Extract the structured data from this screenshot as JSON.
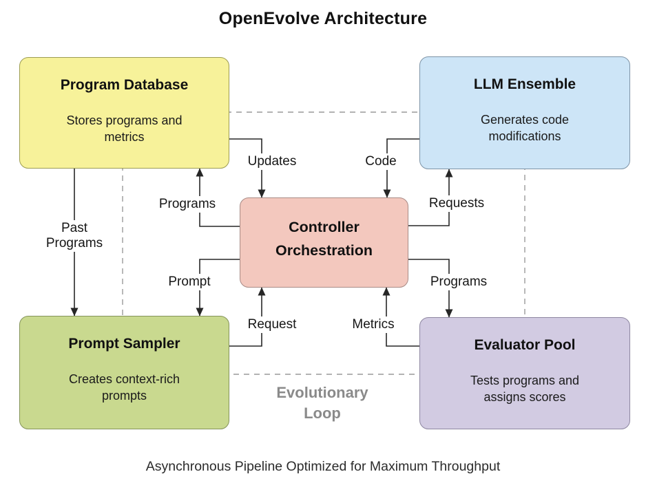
{
  "title": "OpenEvolve Architecture",
  "caption": "Asynchronous Pipeline Optimized for Maximum Throughput",
  "loop": {
    "label_line1": "Evolutionary",
    "label_line2": "Loop"
  },
  "colors": {
    "background": "#ffffff",
    "line": "#262626",
    "dashed_loop": "#999999",
    "loop_text": "#8a8a8a",
    "node_border": "#7f7f7f",
    "title_text": "#111111"
  },
  "boxes": {
    "program_database": {
      "title": "Program Database",
      "subtitle": "Stores programs and metrics",
      "fill": "#f7f29a",
      "border": "#9c9c52"
    },
    "llm_ensemble": {
      "title": "LLM Ensemble",
      "subtitle": "Generates code modifications",
      "fill": "#cde5f7",
      "border": "#7d93a6"
    },
    "controller": {
      "title": "Controller Orchestration",
      "fill": "#f3c8be",
      "border": "#a88a85"
    },
    "prompt_sampler": {
      "title": "Prompt Sampler",
      "subtitle": "Creates context-rich prompts",
      "fill": "#c9d98f",
      "border": "#84935a"
    },
    "evaluator_pool": {
      "title": "Evaluator Pool",
      "subtitle": "Tests programs and assigns scores",
      "fill": "#d2cbe2",
      "border": "#8d86a0"
    }
  },
  "edges": {
    "updates": {
      "label": "Updates",
      "from": "Program Database",
      "to": "Controller"
    },
    "programs_left": {
      "label": "Programs",
      "from": "Controller",
      "to": "Program Database"
    },
    "code": {
      "label": "Code",
      "from": "LLM Ensemble",
      "to": "Controller"
    },
    "requests": {
      "label": "Requests",
      "from": "Controller",
      "to": "LLM Ensemble"
    },
    "prompt": {
      "label": "Prompt",
      "from": "Controller",
      "to": "Prompt Sampler"
    },
    "request": {
      "label": "Request",
      "from": "Prompt Sampler",
      "to": "Controller"
    },
    "programs_right": {
      "label": "Programs",
      "from": "Controller",
      "to": "Evaluator Pool"
    },
    "metrics": {
      "label": "Metrics",
      "from": "Evaluator Pool",
      "to": "Controller"
    },
    "past_programs": {
      "label": "Past Programs",
      "from": "Program Database",
      "to": "Prompt Sampler"
    }
  }
}
